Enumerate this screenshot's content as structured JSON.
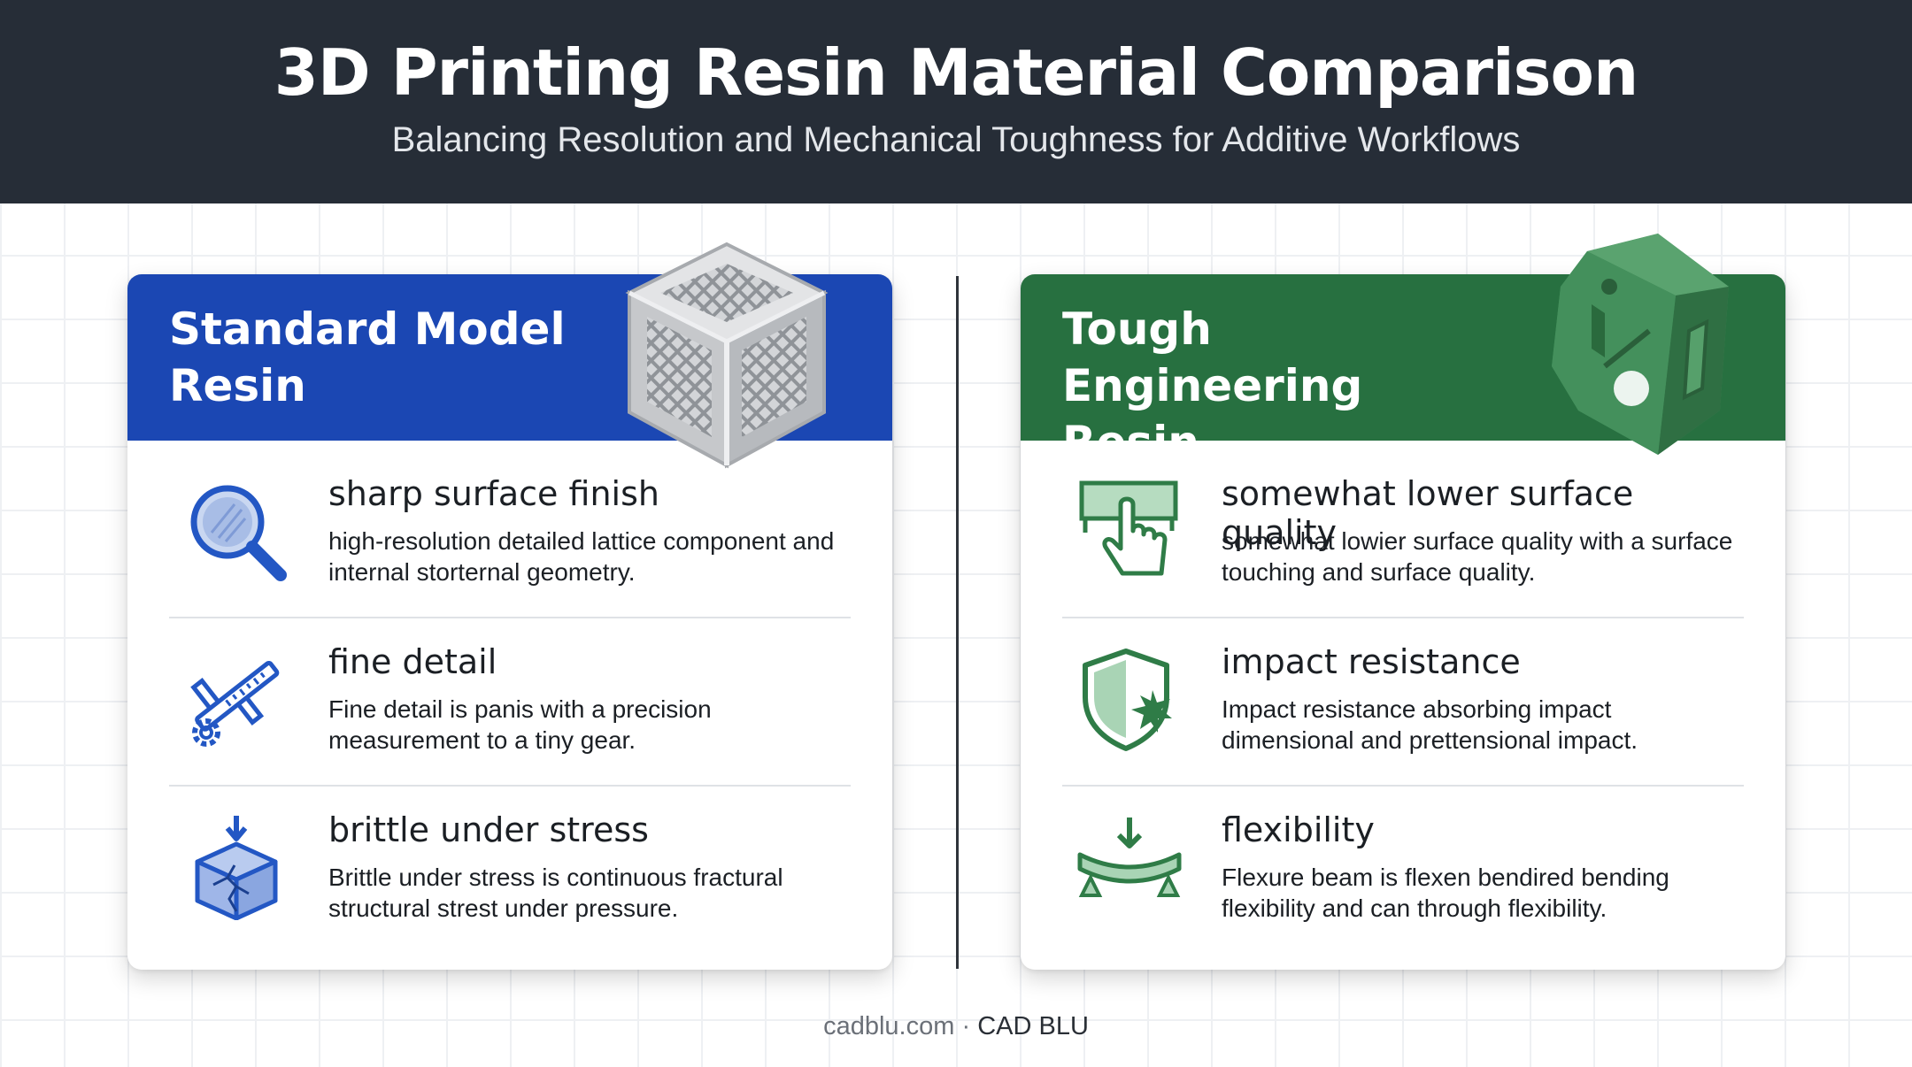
{
  "header": {
    "title": "3D Printing Resin Material Comparison",
    "subtitle": "Balancing Resolution and Mechanical Toughness for Additive Workflows"
  },
  "colors": {
    "header_bg": "#262d37",
    "standard_accent": "#1b47b3",
    "tough_accent": "#277040"
  },
  "standard": {
    "title": "Standard Model Resin",
    "image": "lattice-cube-icon",
    "items": [
      {
        "icon": "magnifier-icon",
        "title": "sharp surface finish",
        "desc": "high-resolution detailed lattice component and internal storternal geometry."
      },
      {
        "icon": "caliper-gear-icon",
        "title": "fine detail",
        "desc": "Fine detail is panis with a precision measurement to a tiny gear."
      },
      {
        "icon": "cracked-cube-icon",
        "title": "brittle under stress",
        "desc": "Brittle under stress is continuous fractural structural strest under pressure."
      }
    ]
  },
  "tough": {
    "title": "Tough Engineering Resin",
    "image": "bracket-part-icon",
    "items": [
      {
        "icon": "touch-surface-icon",
        "title": "somewhat lower surface quality",
        "desc": "somewhat lowier surface quality with a surface touching and surface quality."
      },
      {
        "icon": "shield-impact-icon",
        "title": "impact resistance",
        "desc": "Impact resistance absorbing impact dimensional and prettensional impact."
      },
      {
        "icon": "flex-beam-icon",
        "title": "flexibility",
        "desc": "Flexure beam is flexen bendired bending flexibility and can through flexibility."
      }
    ]
  },
  "footer": {
    "site": "cadblu.com",
    "separator": " · ",
    "brand": "CAD BLU"
  }
}
